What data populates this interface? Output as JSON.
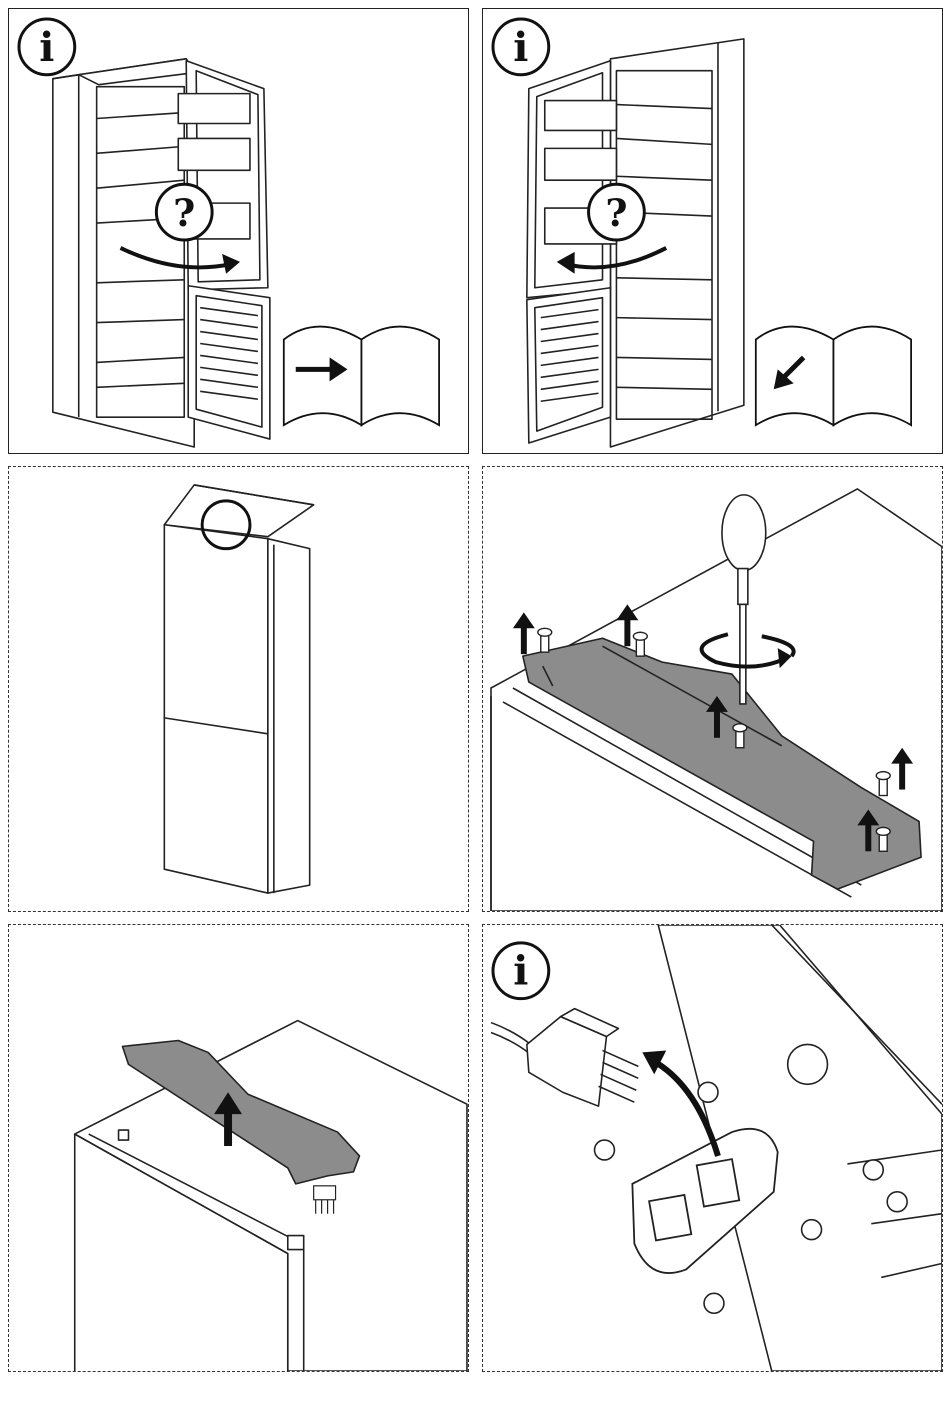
{
  "document": {
    "panels": [
      {
        "id": "step-1",
        "border": "solid",
        "info_icon": true,
        "icons": [
          "fridge-open-right-icon",
          "question-icon",
          "manual-book-icon"
        ]
      },
      {
        "id": "step-2",
        "border": "solid",
        "info_icon": true,
        "icons": [
          "fridge-open-left-icon",
          "question-icon",
          "manual-book-icon"
        ]
      },
      {
        "id": "step-3",
        "border": "dashed",
        "info_icon": false,
        "icons": [
          "fridge-closed-icon",
          "highlight-circle-icon"
        ]
      },
      {
        "id": "step-4",
        "border": "dashed",
        "info_icon": false,
        "icons": [
          "screwdriver-icon",
          "hinge-cover-icon",
          "screw-icon",
          "up-arrow-icon"
        ]
      },
      {
        "id": "step-5",
        "border": "dashed",
        "info_icon": false,
        "icons": [
          "hinge-cover-icon",
          "up-arrow-icon"
        ]
      },
      {
        "id": "step-6",
        "border": "dashed",
        "info_icon": true,
        "icons": [
          "connector-plug-icon",
          "socket-icon",
          "curved-arrow-icon"
        ]
      }
    ],
    "glyphs": {
      "info": "i",
      "question": "?"
    },
    "colors": {
      "line": "#222222",
      "part_fill": "#8c8c8c",
      "background": "#ffffff"
    }
  }
}
